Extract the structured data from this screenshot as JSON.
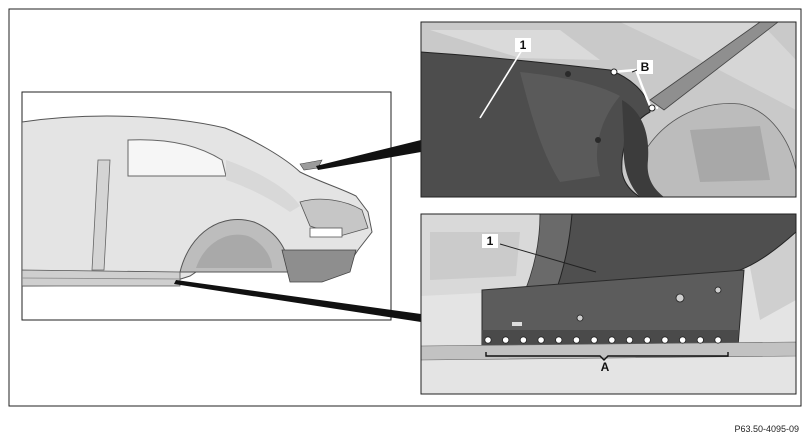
{
  "figure": {
    "reference_code": "P63.50-4095-09",
    "top_detail": {
      "callouts": [
        "1",
        "B"
      ]
    },
    "bottom_detail": {
      "callouts": [
        "1",
        "A"
      ],
      "rivet_count": 14
    }
  }
}
